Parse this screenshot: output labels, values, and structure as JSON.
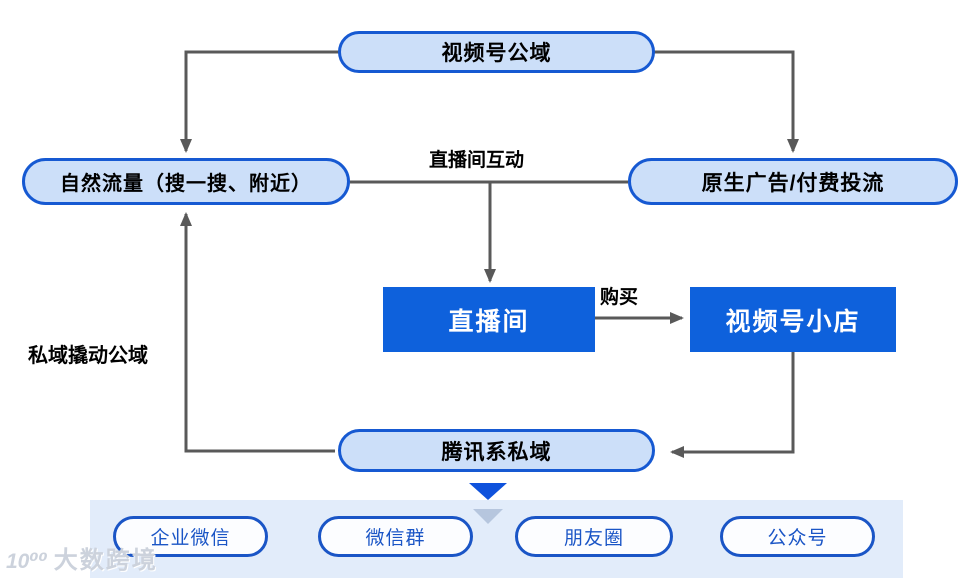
{
  "diagram": {
    "nodes": {
      "public_domain": "视频号公域",
      "organic_traffic": "自然流量（搜一搜、附近）",
      "paid_ads": "原生广告/付费投流",
      "live_room": "直播间",
      "shop": "视频号小店",
      "tencent_private": "腾讯系私域"
    },
    "edge_labels": {
      "live_interaction": "直播间互动",
      "purchase": "购买",
      "private_leverage": "私域撬动公域"
    },
    "channels": [
      "企业微信",
      "微信群",
      "朋友圈",
      "公众号"
    ],
    "colors": {
      "pill_fill": "#CCDFF9",
      "pill_border": "#1659D2",
      "solid_box_fill": "#0E61DC",
      "connector_line": "#595959",
      "band_bg": "#E2ECFA",
      "channel_accent": "#1A55C6",
      "triangle_dark": "#0F52DC",
      "triangle_light": "#B6C6DF"
    }
  },
  "watermark": {
    "logo": "10⁰⁰",
    "text": "大数跨境"
  }
}
